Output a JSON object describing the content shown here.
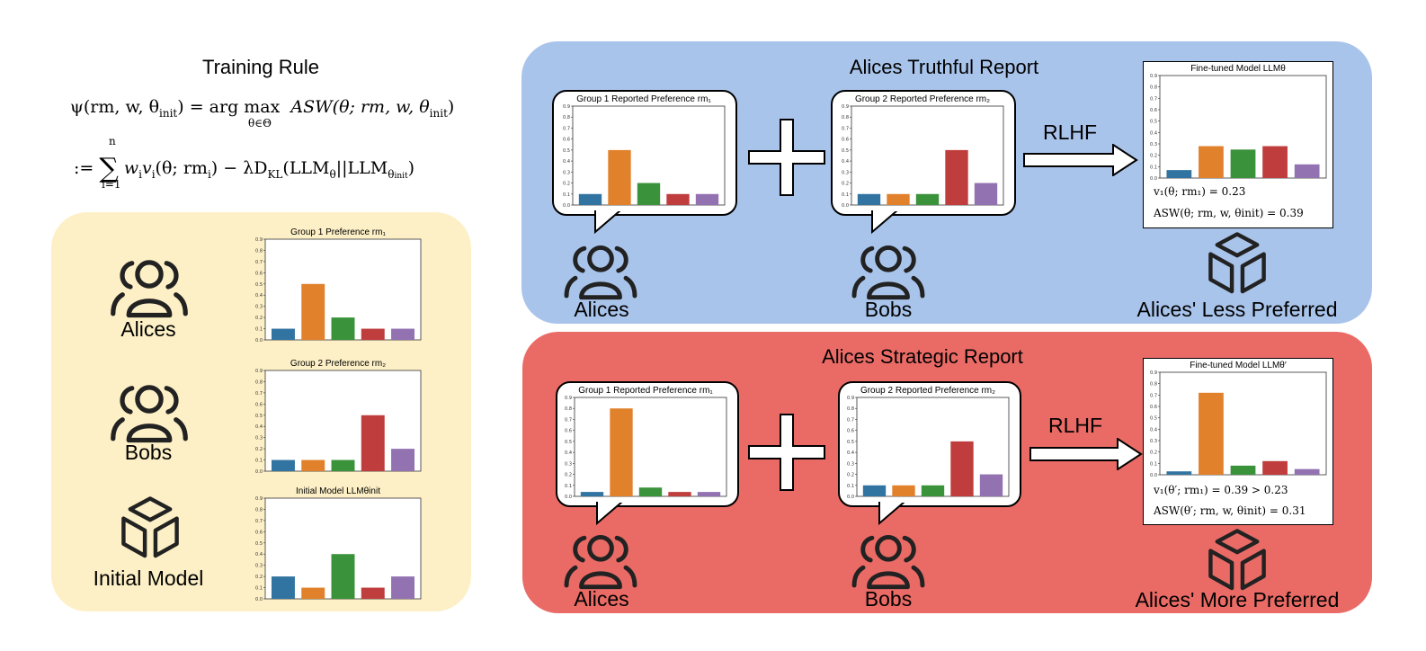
{
  "training_rule": {
    "title": "Training Rule",
    "line1_lhs": "ψ(rm, w, θ",
    "line1_init": "init",
    "line1_mid": ") = arg max",
    "line1_under": "θ∈Θ",
    "line1_rhs": "ASW(θ; rm, w, θ",
    "line1_rhs_init": "init",
    "line1_end": ")",
    "line2_prefix": ":=",
    "line2_sum_top": "n",
    "line2_sum_bottom": "i=1",
    "line2_body": "w",
    "line2_body_rest": "v",
    "line2_args": "(θ; rm",
    "line2_minus": ") − λD",
    "line2_kl": "KL",
    "line2_tail": "(LLM",
    "line2_theta": "θ",
    "line2_sep": "||LLM",
    "line2_theta_init": "θ",
    "line2_init_sub": "init",
    "line2_end": ")"
  },
  "left_panel": {
    "alices_label": "Alices",
    "bobs_label": "Bobs",
    "model_label": "Initial Model"
  },
  "truthful": {
    "title": "Alices Truthful Report",
    "alices_label": "Alices",
    "bobs_label": "Bobs",
    "model_label": "Alices' Less Preferred",
    "rlhf": "RLHF",
    "v1": "v₁(θ; rm₁) = 0.23",
    "asw": "ASW(θ; rm, w, θinit) = 0.39"
  },
  "strategic": {
    "title": "Alices Strategic Report",
    "alices_label": "Alices",
    "bobs_label": "Bobs",
    "model_label": "Alices' More Preferred",
    "rlhf": "RLHF",
    "v1": "v₁(θ′; rm₁) = 0.39 > 0.23",
    "asw": "ASW(θ′; rm, w, θinit) = 0.31"
  },
  "colors": {
    "bars": [
      "#3274a1",
      "#e1812c",
      "#3a923a",
      "#c03d3e",
      "#9372b2"
    ],
    "yellow_panel": "#fdf0c6",
    "blue_panel": "#a9c4eb",
    "red_panel": "#ea6b66"
  },
  "yticks": [
    "0.0",
    "0.1",
    "0.2",
    "0.3",
    "0.4",
    "0.5",
    "0.6",
    "0.7",
    "0.8",
    "0.9"
  ],
  "chart_data": [
    {
      "id": "g1pref",
      "type": "bar",
      "title": "Group 1 Preference rm₁",
      "ylim": [
        0,
        0.9
      ],
      "values": [
        0.1,
        0.5,
        0.2,
        0.1,
        0.1
      ]
    },
    {
      "id": "g2pref",
      "type": "bar",
      "title": "Group 2 Preference rm₂",
      "ylim": [
        0,
        0.9
      ],
      "values": [
        0.1,
        0.1,
        0.1,
        0.5,
        0.2
      ]
    },
    {
      "id": "init",
      "type": "bar",
      "title": "Initial Model LLMθinit",
      "ylim": [
        0,
        0.9
      ],
      "values": [
        0.2,
        0.1,
        0.4,
        0.1,
        0.2
      ]
    },
    {
      "id": "t_g1",
      "type": "bar",
      "title": "Group 1 Reported Preference rm₁",
      "ylim": [
        0,
        0.9
      ],
      "values": [
        0.1,
        0.5,
        0.2,
        0.1,
        0.1
      ]
    },
    {
      "id": "t_g2",
      "type": "bar",
      "title": "Group 2 Reported Preference rm₂",
      "ylim": [
        0,
        0.9
      ],
      "values": [
        0.1,
        0.1,
        0.1,
        0.5,
        0.2
      ]
    },
    {
      "id": "t_ft",
      "type": "bar",
      "title": "Fine-tuned Model LLMθ",
      "ylim": [
        0,
        0.9
      ],
      "values": [
        0.07,
        0.28,
        0.25,
        0.28,
        0.12
      ]
    },
    {
      "id": "s_g1",
      "type": "bar",
      "title": "Group 1 Reported Preference rm₁",
      "ylim": [
        0,
        0.9
      ],
      "values": [
        0.04,
        0.8,
        0.08,
        0.04,
        0.04
      ]
    },
    {
      "id": "s_g2",
      "type": "bar",
      "title": "Group 2 Reported Preference rm₂",
      "ylim": [
        0,
        0.9
      ],
      "values": [
        0.1,
        0.1,
        0.1,
        0.5,
        0.2
      ]
    },
    {
      "id": "s_ft",
      "type": "bar",
      "title": "Fine-tuned Model LLMθ′",
      "ylim": [
        0,
        0.9
      ],
      "values": [
        0.03,
        0.72,
        0.08,
        0.12,
        0.05
      ]
    }
  ]
}
